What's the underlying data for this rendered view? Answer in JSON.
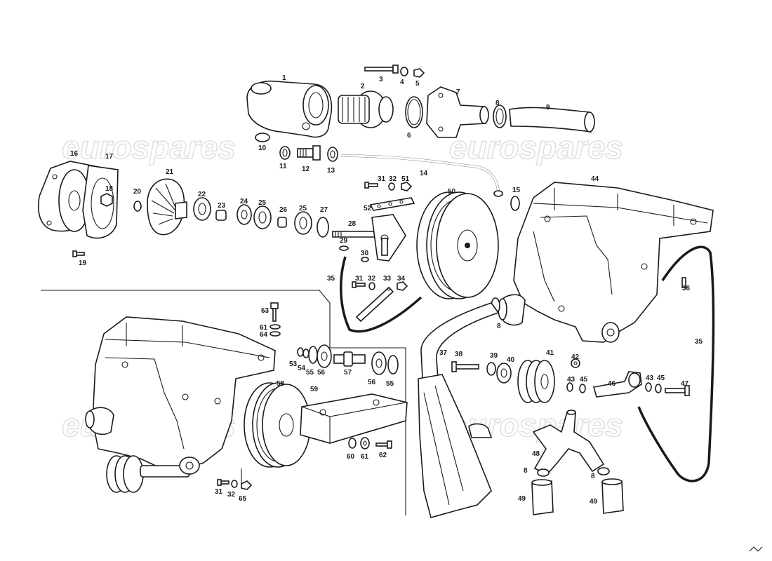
{
  "diagram": {
    "watermark": "eurospares",
    "part_labels": [
      {
        "id": "p1",
        "text": "1"
      },
      {
        "id": "p2",
        "text": "2"
      },
      {
        "id": "p3",
        "text": "3"
      },
      {
        "id": "p4",
        "text": "4"
      },
      {
        "id": "p5",
        "text": "5"
      },
      {
        "id": "p6",
        "text": "6"
      },
      {
        "id": "p7",
        "text": "7"
      },
      {
        "id": "p8a",
        "text": "8"
      },
      {
        "id": "p9",
        "text": "9"
      },
      {
        "id": "p10",
        "text": "10"
      },
      {
        "id": "p11",
        "text": "11"
      },
      {
        "id": "p12",
        "text": "12"
      },
      {
        "id": "p13",
        "text": "13"
      },
      {
        "id": "p14",
        "text": "14"
      },
      {
        "id": "p15",
        "text": "15"
      },
      {
        "id": "p16",
        "text": "16"
      },
      {
        "id": "p17",
        "text": "17"
      },
      {
        "id": "p18",
        "text": "18"
      },
      {
        "id": "p19",
        "text": "19"
      },
      {
        "id": "p20",
        "text": "20"
      },
      {
        "id": "p21",
        "text": "21"
      },
      {
        "id": "p22",
        "text": "22"
      },
      {
        "id": "p23",
        "text": "23"
      },
      {
        "id": "p24",
        "text": "24"
      },
      {
        "id": "p25a",
        "text": "25"
      },
      {
        "id": "p26",
        "text": "26"
      },
      {
        "id": "p25b",
        "text": "25"
      },
      {
        "id": "p27",
        "text": "27"
      },
      {
        "id": "p28",
        "text": "28"
      },
      {
        "id": "p29",
        "text": "29"
      },
      {
        "id": "p30",
        "text": "30"
      },
      {
        "id": "p31a",
        "text": "31"
      },
      {
        "id": "p32a",
        "text": "32"
      },
      {
        "id": "p51",
        "text": "51"
      },
      {
        "id": "p52",
        "text": "52"
      },
      {
        "id": "p50",
        "text": "50"
      },
      {
        "id": "p44",
        "text": "44"
      },
      {
        "id": "p35a",
        "text": "35"
      },
      {
        "id": "p31b",
        "text": "31"
      },
      {
        "id": "p32b",
        "text": "32"
      },
      {
        "id": "p33",
        "text": "33"
      },
      {
        "id": "p34",
        "text": "34"
      },
      {
        "id": "p36",
        "text": "36"
      },
      {
        "id": "p8b",
        "text": "8"
      },
      {
        "id": "p35b",
        "text": "35"
      },
      {
        "id": "p63",
        "text": "63"
      },
      {
        "id": "p61a",
        "text": "61"
      },
      {
        "id": "p64",
        "text": "64"
      },
      {
        "id": "p53",
        "text": "53"
      },
      {
        "id": "p54",
        "text": "54"
      },
      {
        "id": "p55a",
        "text": "55"
      },
      {
        "id": "p56a",
        "text": "56"
      },
      {
        "id": "p57",
        "text": "57"
      },
      {
        "id": "p56b",
        "text": "56"
      },
      {
        "id": "p55b",
        "text": "55"
      },
      {
        "id": "p37",
        "text": "37"
      },
      {
        "id": "p38",
        "text": "38"
      },
      {
        "id": "p39",
        "text": "39"
      },
      {
        "id": "p40",
        "text": "40"
      },
      {
        "id": "p41",
        "text": "41"
      },
      {
        "id": "p42",
        "text": "42"
      },
      {
        "id": "p43a",
        "text": "43"
      },
      {
        "id": "p45a",
        "text": "45"
      },
      {
        "id": "p46",
        "text": "46"
      },
      {
        "id": "p43b",
        "text": "43"
      },
      {
        "id": "p45b",
        "text": "45"
      },
      {
        "id": "p47",
        "text": "47"
      },
      {
        "id": "p58",
        "text": "58"
      },
      {
        "id": "p59",
        "text": "59"
      },
      {
        "id": "p60",
        "text": "60"
      },
      {
        "id": "p61b",
        "text": "61"
      },
      {
        "id": "p62",
        "text": "62"
      },
      {
        "id": "p48",
        "text": "48"
      },
      {
        "id": "p8c",
        "text": "8"
      },
      {
        "id": "p8d",
        "text": "8"
      },
      {
        "id": "p49a",
        "text": "49"
      },
      {
        "id": "p49b",
        "text": "49"
      },
      {
        "id": "p31c",
        "text": "31"
      },
      {
        "id": "p32c",
        "text": "32"
      },
      {
        "id": "p65",
        "text": "65"
      }
    ]
  }
}
